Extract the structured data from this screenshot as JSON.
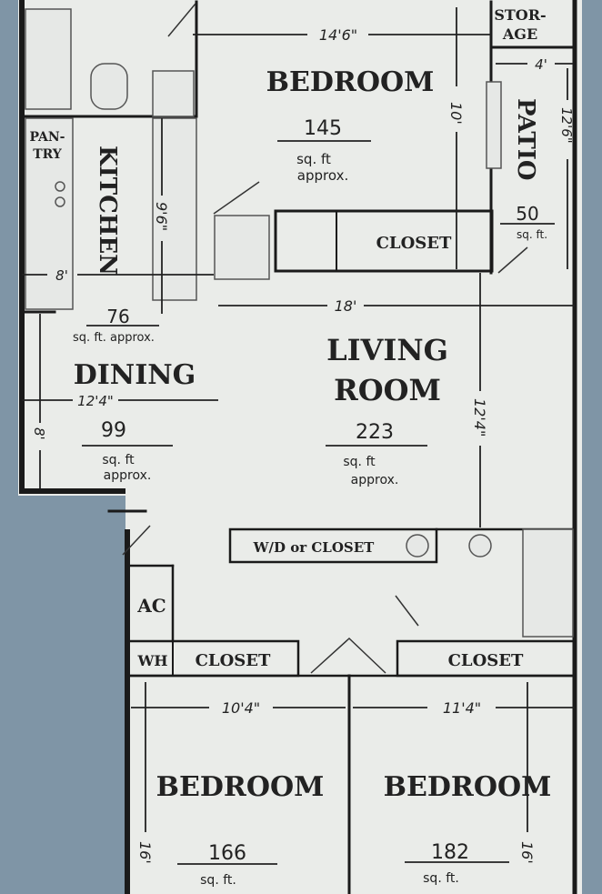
{
  "rooms": {
    "bedroom_top": {
      "label": "BEDROOM",
      "area": "145",
      "unit": "sq. ft",
      "approx": "approx."
    },
    "kitchen": {
      "label": "KITCHEN",
      "area": "76",
      "unit": "sq. ft. approx."
    },
    "dining": {
      "label": "DINING",
      "area": "99",
      "unit": "sq. ft",
      "approx": "approx."
    },
    "living": {
      "label1": "LIVING",
      "label2": "ROOM",
      "area": "223",
      "unit": "sq. ft",
      "approx": "approx."
    },
    "patio": {
      "label": "PATIO",
      "area": "50",
      "unit": "sq. ft."
    },
    "storage": {
      "label1": "STOR-",
      "label2": "AGE"
    },
    "pantry": {
      "label1": "PAN-",
      "label2": "TRY"
    },
    "closet_top": {
      "label": "CLOSET"
    },
    "wd_closet": {
      "label": "W/D or CLOSET"
    },
    "ac": {
      "label": "AC"
    },
    "wh": {
      "label": "WH"
    },
    "closet_left": {
      "label": "CLOSET"
    },
    "closet_right": {
      "label": "CLOSET"
    },
    "bedroom_left": {
      "label": "BEDROOM",
      "area": "166",
      "unit": "sq. ft."
    },
    "bedroom_right": {
      "label": "BEDROOM",
      "area": "182",
      "unit": "sq. ft."
    }
  },
  "dimensions": {
    "bedroom_top_width": "14'6\"",
    "bedroom_top_depth": "10'",
    "storage_width": "4'",
    "patio_length": "12'6\"",
    "kitchen_length": "9'6\"",
    "kitchen_width": "8'",
    "living_width": "18'",
    "living_depth": "12'4\"",
    "dining_width": "12'4\"",
    "dining_depth": "8'",
    "bedroom_left_width": "10'4\"",
    "bedroom_right_width": "11'4\"",
    "bedroom_left_depth": "16'",
    "bedroom_right_depth": "16'"
  },
  "colors": {
    "paper": "#eaece9",
    "background": "#7f95a6",
    "ink": "#1a1a1a"
  }
}
